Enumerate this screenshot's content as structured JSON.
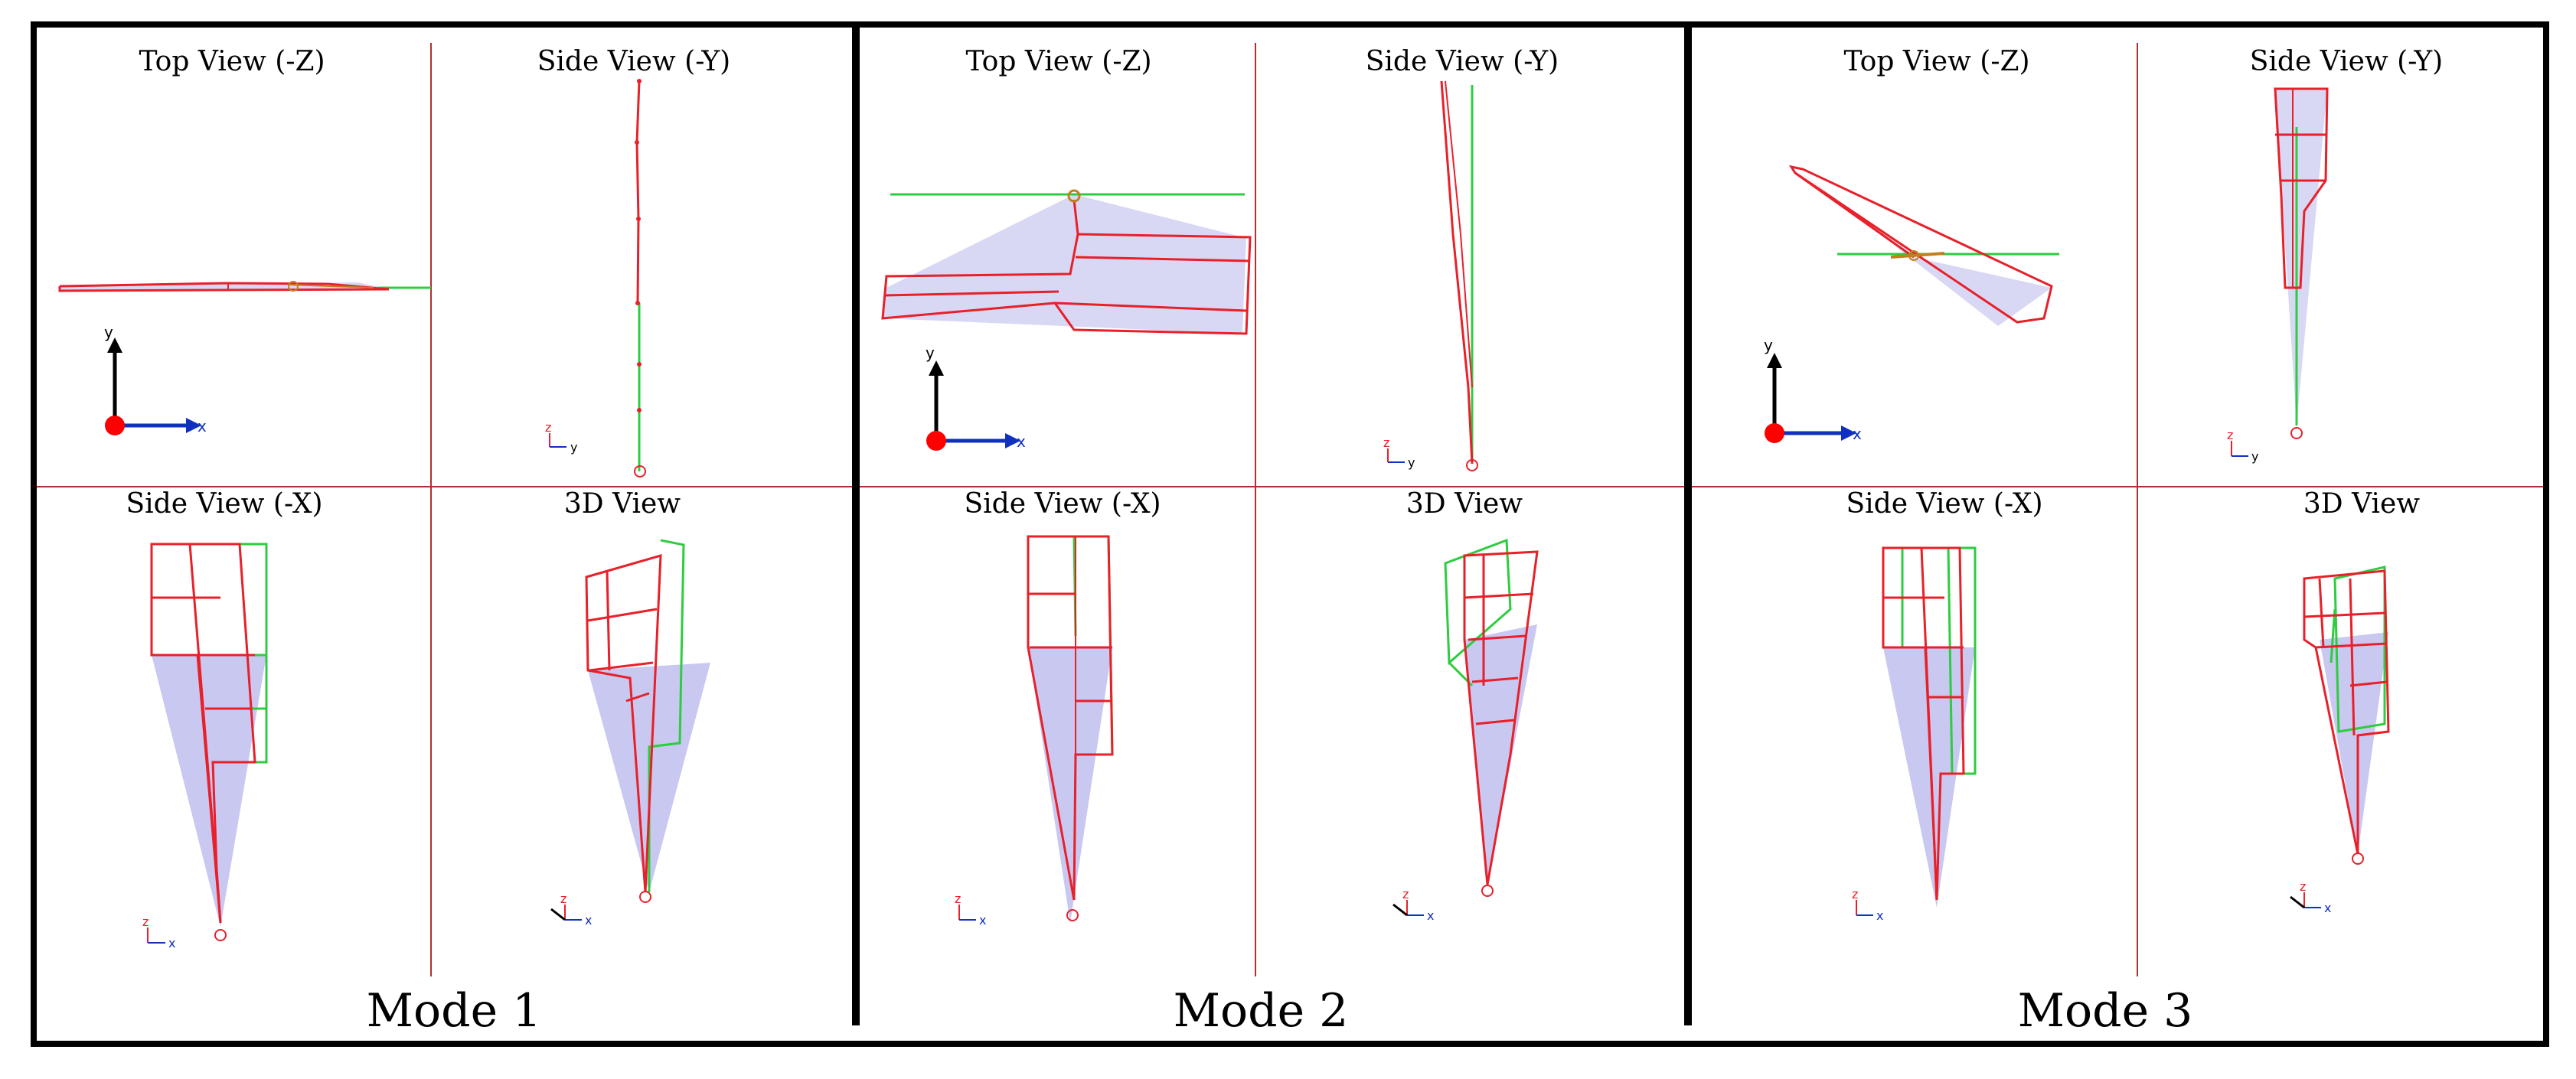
{
  "figure": {
    "modes": [
      {
        "label": "Mode 1",
        "views": [
          {
            "title": "Top View (-Z)",
            "axes": [
              "y",
              "x"
            ]
          },
          {
            "title": "Side View (-Y)",
            "axes": [
              "z",
              "y"
            ]
          },
          {
            "title": "Side View (-X)",
            "axes": [
              "z",
              "x"
            ]
          },
          {
            "title": "3D View",
            "axes": [
              "z",
              "x"
            ]
          }
        ]
      },
      {
        "label": "Mode 2",
        "views": [
          {
            "title": "Top View (-Z)",
            "axes": [
              "y",
              "x"
            ]
          },
          {
            "title": "Side View (-Y)",
            "axes": [
              "z",
              "y"
            ]
          },
          {
            "title": "Side View (-X)",
            "axes": [
              "z",
              "x"
            ]
          },
          {
            "title": "3D View",
            "axes": [
              "z",
              "x"
            ]
          }
        ]
      },
      {
        "label": "Mode 3",
        "views": [
          {
            "title": "Top View (-Z)",
            "axes": [
              "y",
              "x"
            ]
          },
          {
            "title": "Side View (-Y)",
            "axes": [
              "z",
              "y"
            ]
          },
          {
            "title": "Side View (-X)",
            "axes": [
              "z",
              "x"
            ]
          },
          {
            "title": "3D View",
            "axes": [
              "z",
              "x"
            ]
          }
        ]
      }
    ],
    "colors": {
      "deformed": "#e8202a",
      "undeformed": "#2ecc40",
      "shade": "#c8c8f0",
      "gridline": "#b03030",
      "axis_x": "#1030c0",
      "axis_y": "#000000",
      "origin": "#ff0000"
    }
  }
}
